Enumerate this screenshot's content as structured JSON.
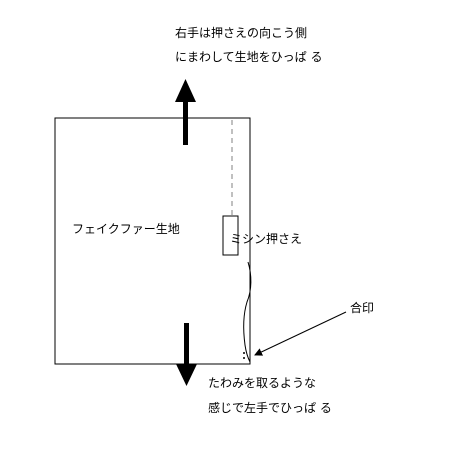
{
  "top_note": {
    "line1": "右手は押さえの向こう側",
    "line2": "にまわして生地をひっぱ る"
  },
  "fabric_label": "フェイクファー生地",
  "presser_label": "ミシン押さえ",
  "match_mark_label": "合印",
  "bottom_note": {
    "line1": "たわみを取るような",
    "line2": "感じで左手でひっぱ る"
  },
  "colors": {
    "line": "#000000",
    "dashed": "#808080"
  }
}
